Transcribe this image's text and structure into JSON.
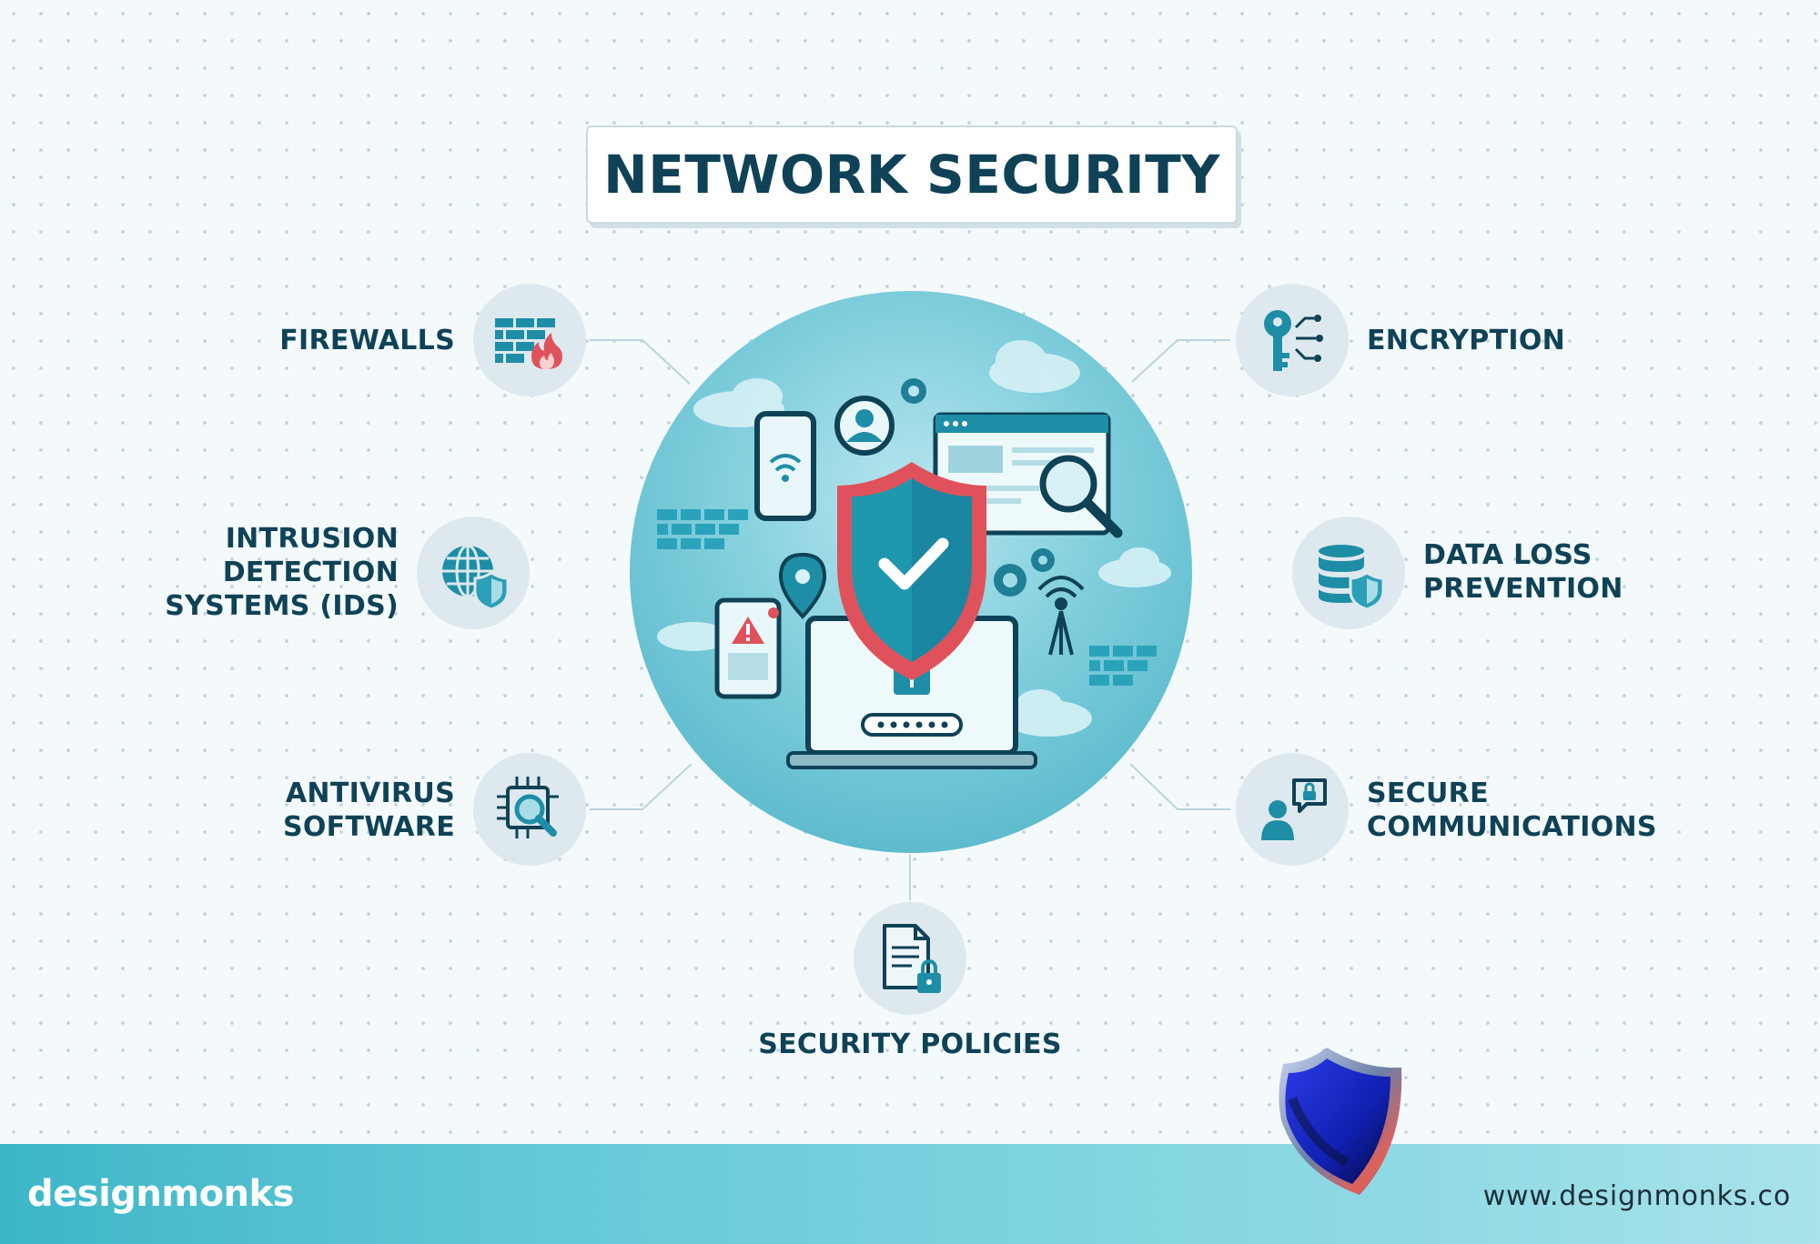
{
  "title": "NETWORK SECURITY",
  "items": {
    "firewalls": {
      "lines": [
        "FIREWALLS"
      ],
      "icon": "brick-wall-fire-icon"
    },
    "ids": {
      "lines": [
        "INTRUSION",
        "DETECTION",
        "SYSTEMS (IDS)"
      ],
      "icon": "globe-shield-icon"
    },
    "antivirus": {
      "lines": [
        "ANTIVIRUS",
        "SOFTWARE"
      ],
      "icon": "chip-magnifier-icon"
    },
    "encryption": {
      "lines": [
        "ENCRYPTION"
      ],
      "icon": "key-circuit-icon"
    },
    "dlp": {
      "lines": [
        "DATA LOSS",
        "PREVENTION"
      ],
      "icon": "database-shield-icon"
    },
    "secure_comms": {
      "lines": [
        "SECURE",
        "COMMUNICATIONS"
      ],
      "icon": "user-chat-lock-icon"
    },
    "policies": {
      "lines": [
        "SECURITY POLICIES"
      ],
      "icon": "document-lock-icon"
    }
  },
  "hub": {
    "icons": [
      "shield-check-icon",
      "laptop-lock-icon",
      "smartphone-wifi-icon",
      "user-avatar-icon",
      "browser-window-icon",
      "magnifier-icon",
      "tablet-alert-icon",
      "location-pin-icon",
      "gear-icon",
      "antenna-icon",
      "brick-wall-icon",
      "cloud-icon"
    ]
  },
  "footer": {
    "brand": "designmonks",
    "url": "www.designmonks.co"
  },
  "colors": {
    "title": "#0f4256",
    "icon_primary": "#1e8ea6",
    "icon_accent": "#e0525b",
    "hub": "#5bbccd",
    "footer": "#5fc6d5"
  }
}
